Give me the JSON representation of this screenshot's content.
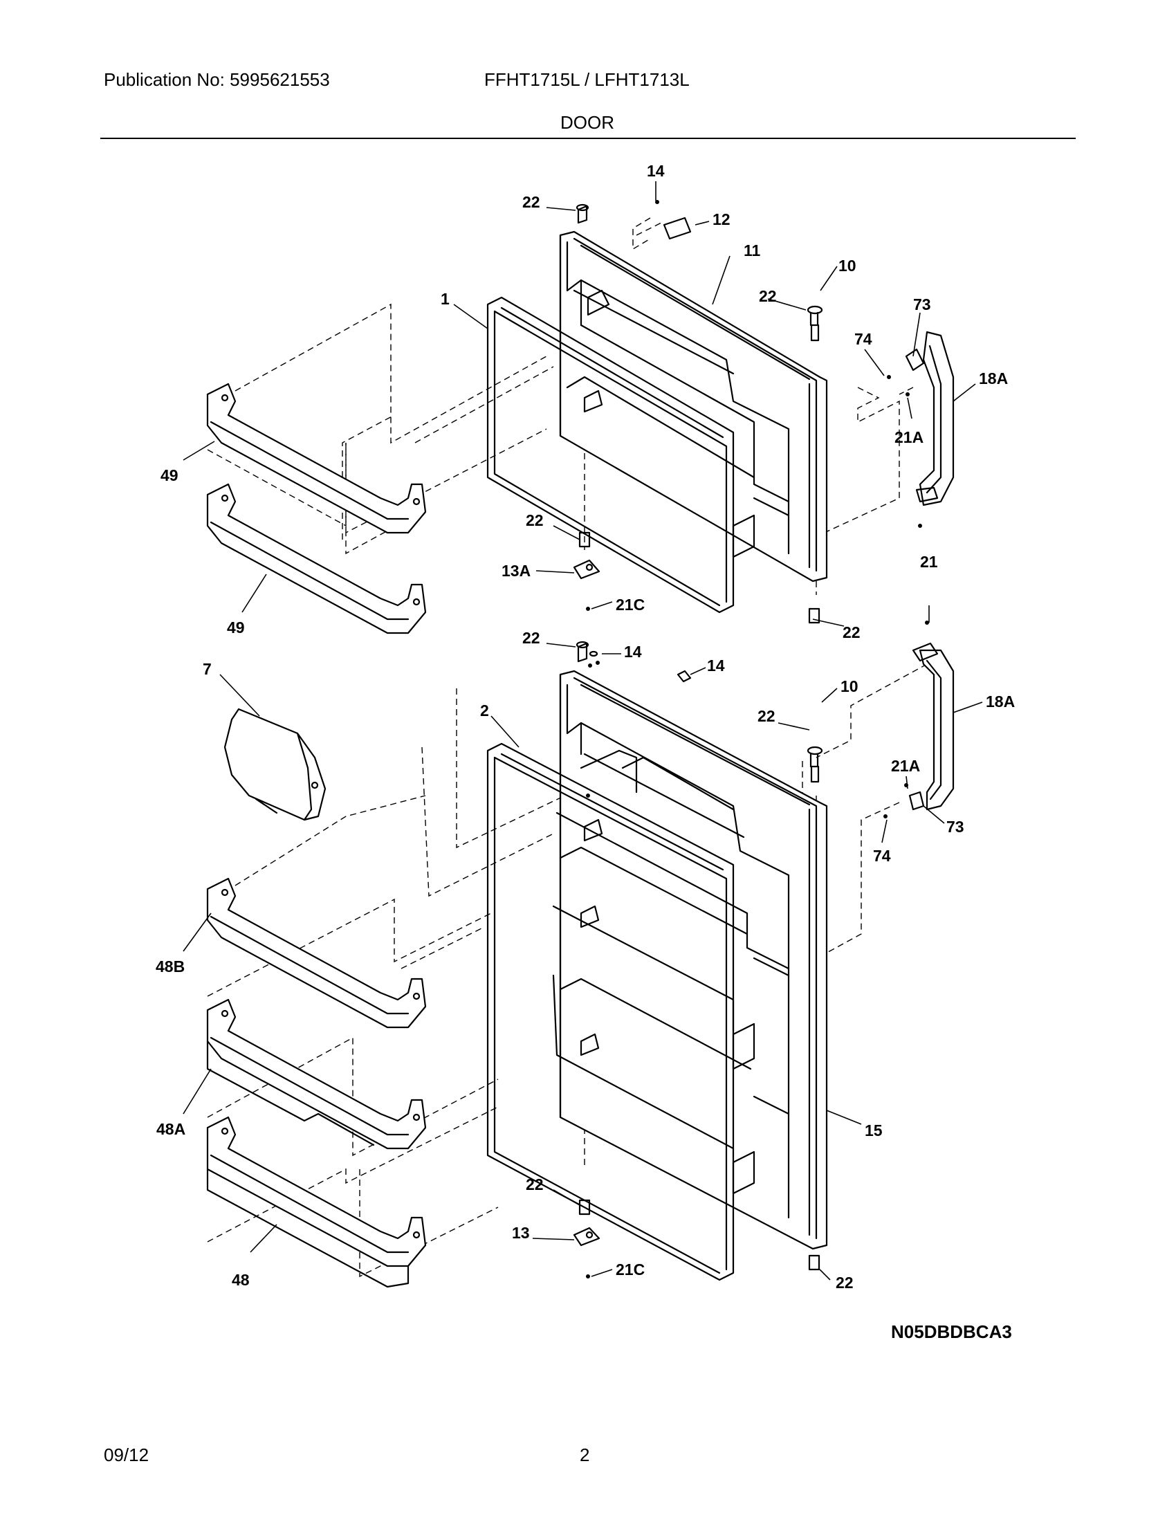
{
  "header": {
    "publication": "Publication No: 5995621553",
    "models": "FFHT1715L / LFHT1713L",
    "section": "DOOR"
  },
  "callouts": {
    "c14a": "14",
    "c22a": "22",
    "c12": "12",
    "c11": "11",
    "c10a": "10",
    "c22b": "22",
    "c1": "1",
    "c73a": "73",
    "c74a": "74",
    "c18Aa": "18A",
    "c21Aa": "21A",
    "c49a": "49",
    "c49b": "49",
    "c22c": "22",
    "c13A": "13A",
    "c21Ca": "21C",
    "c21": "21",
    "c22d": "22",
    "c22e": "22",
    "c14b": "14",
    "c14c": "14",
    "c7": "7",
    "c2": "2",
    "c10b": "10",
    "c22f": "22",
    "c18Ab": "18A",
    "c21Ab": "21A",
    "c73b": "73",
    "c74b": "74",
    "c48B": "48B",
    "c48A": "48A",
    "c15": "15",
    "c22g": "22",
    "c13": "13",
    "c21Cb": "21C",
    "c48": "48",
    "c22h": "22"
  },
  "diagram_code": "N05DBDBCA3",
  "footer": {
    "date": "09/12",
    "page": "2"
  }
}
